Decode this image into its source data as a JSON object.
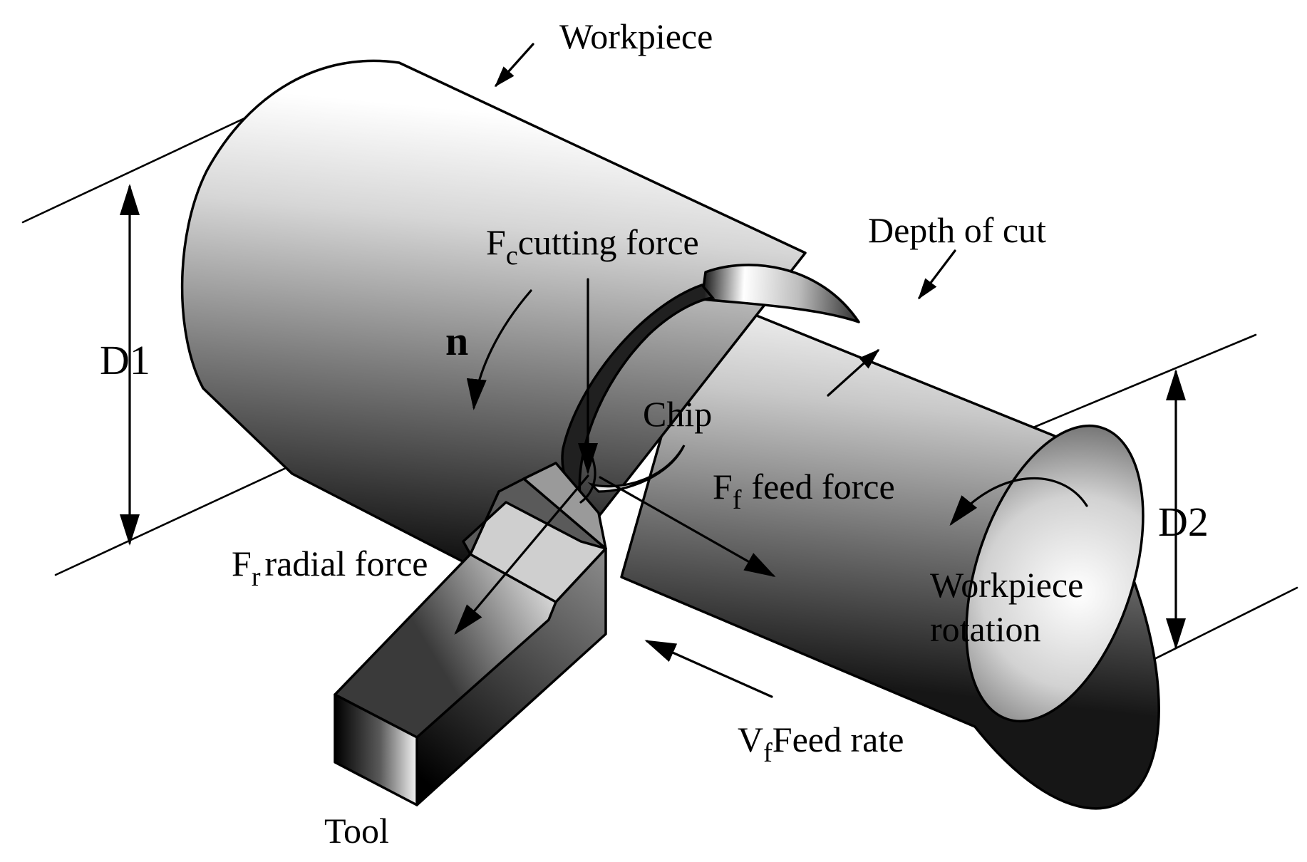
{
  "labels": {
    "workpiece": "Workpiece",
    "depth_of_cut": "Depth of cut",
    "cutting_force_symbol": "F",
    "cutting_force_sub": "c",
    "cutting_force_text": "cutting force",
    "rotation_symbol": "n",
    "d1": "D1",
    "d2": "D2",
    "chip": "Chip",
    "feed_force_symbol": "F",
    "feed_force_sub": "f",
    "feed_force_text": "feed force",
    "radial_force_symbol": "F",
    "radial_force_sub": "r",
    "radial_force_text": "radial force",
    "workpiece_rotation_line1": "Workpiece",
    "workpiece_rotation_line2": "rotation",
    "feed_rate_symbol": "V",
    "feed_rate_sub": "f",
    "feed_rate_text": "Feed rate",
    "tool": "Tool"
  },
  "colors": {
    "ink": "#000000",
    "surface_light": "#ffffff",
    "surface_dark": "#141414",
    "background": "#ffffff"
  }
}
